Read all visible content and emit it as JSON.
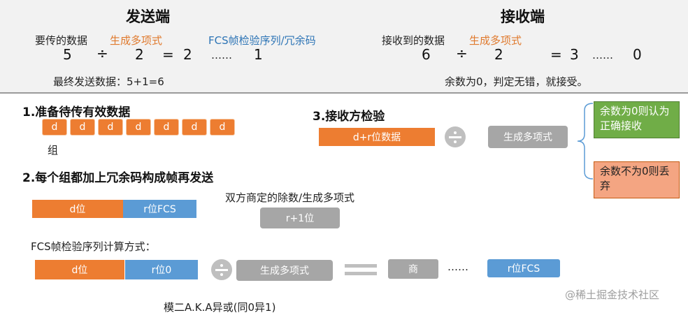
{
  "sender": {
    "title": "发送端",
    "data_label": "要传的数据",
    "poly_label": "生成多项式",
    "fcs_label": "FCS帧检验序列/冗余码",
    "dividend": "5",
    "div_sign": "÷",
    "divisor": "2",
    "eq": "=",
    "quotient": "2",
    "dots": "……",
    "remainder": "1",
    "final_text": "最终发送数据：5+1=6"
  },
  "receiver": {
    "title": "接收端",
    "data_label": "接收到的数据",
    "poly_label": "生成多项式",
    "dividend": "6",
    "div_sign": "÷",
    "divisor": "2",
    "eq": "=",
    "quotient": "3",
    "dots": "……",
    "remainder": "0",
    "result_text": "余数为0，判定无错，就接受。"
  },
  "step1": {
    "title": "1.准备待传有效数据",
    "cells": [
      "d",
      "d",
      "d",
      "d",
      "d",
      "d",
      "d"
    ],
    "group_label": "组"
  },
  "step2": {
    "title": "2.每个组都加上冗余码构成帧再发送",
    "d_label": "d位",
    "r_label": "r位FCS",
    "negotiate_text": "双方商定的除数/生成多项式",
    "r1_label": "r+1位"
  },
  "fcs_calc": {
    "title": "FCS帧检验序列计算方式：",
    "d_label": "d位",
    "r0_label": "r位0",
    "poly_label": "生成多项式",
    "quot_label": "商",
    "dots": "……",
    "rfcs_label": "r位FCS",
    "mod2_text": "模二A.K.A异或(同0异1)"
  },
  "step3": {
    "title": "3.接收方检验",
    "data_label": "d+r位数据",
    "poly_label": "生成多项式",
    "accept_text": "余数为0则认为正确接收",
    "discard_text": "余数不为0则丢弃"
  },
  "watermark": "@稀土掘金技术社区",
  "colors": {
    "orange": "#ed7d31",
    "blue": "#5b9bd5",
    "gray": "#a6a6a6",
    "green": "#70ad47",
    "pink": "#f4a582"
  }
}
